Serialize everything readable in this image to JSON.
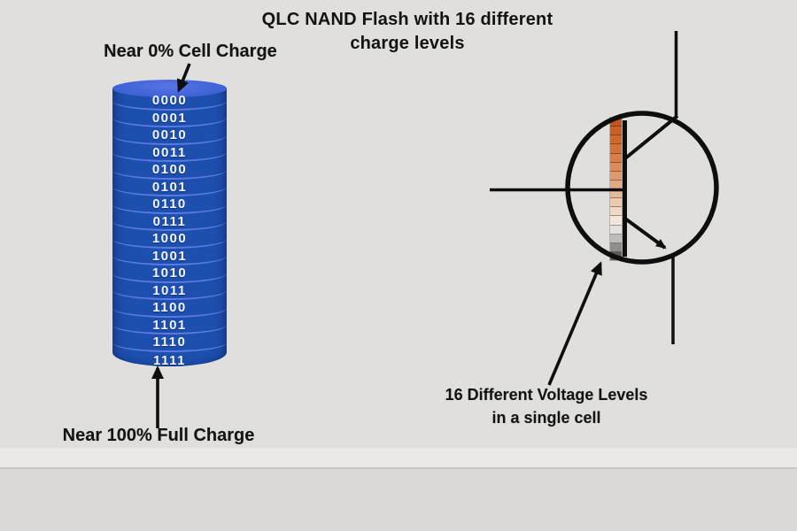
{
  "title": {
    "line1": "QLC NAND Flash with 16 different",
    "line2": "charge levels"
  },
  "labels": {
    "near_zero": "Near 0% Cell Charge",
    "near_full": "Near 100% Full Charge",
    "voltage_line1": "16 Different Voltage Levels",
    "voltage_line2": "in a single cell"
  },
  "cylinder": {
    "levels": [
      "0000",
      "0001",
      "0010",
      "0011",
      "0100",
      "0101",
      "0110",
      "0111",
      "1000",
      "1001",
      "1010",
      "1011",
      "1100",
      "1101",
      "1110",
      "1111"
    ],
    "colors": {
      "top_face": "#4265d9",
      "body": "#1d4fae",
      "separator_arc": "#5d7ae5",
      "label_text": "#f3f6ff"
    }
  },
  "transistor": {
    "description_icon": "bjt-transistor-symbol",
    "stroke_color": "#0e0e0e",
    "segment_colors": [
      "#c2561e",
      "#cb5f24",
      "#d1682c",
      "#d57238",
      "#d97e48",
      "#dd8b59",
      "#e19a6d",
      "#e5a981",
      "#e9b997",
      "#edc9ae",
      "#f0d8c6",
      "#f2e5da",
      "#e2e1df",
      "#bdbcba",
      "#8f8e8c",
      "#5e5d5b"
    ]
  },
  "background": {
    "main": "#e0dfdc",
    "seam_band": "#e9e8e6",
    "seam_line": "#c9c7c4",
    "footer": "#dad9d6"
  }
}
